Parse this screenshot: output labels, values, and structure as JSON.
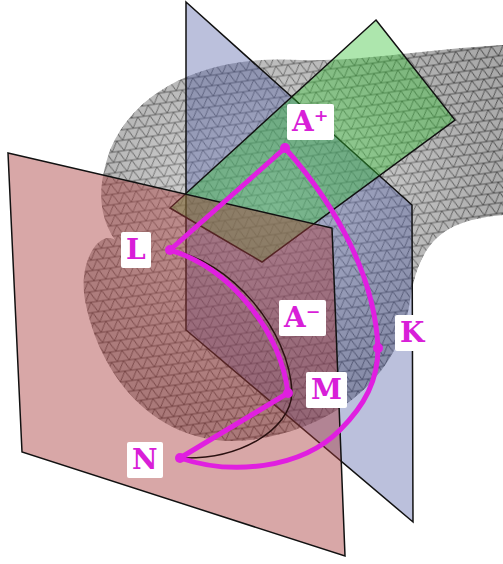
{
  "diagram": {
    "labels": [
      "A⁺",
      "L",
      "A⁻",
      "K",
      "M",
      "N"
    ]
  }
}
